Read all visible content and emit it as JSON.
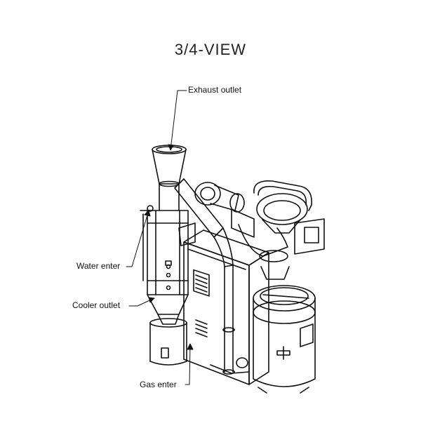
{
  "figure": {
    "title": "3/4-VIEW",
    "callouts": {
      "exhaust_outlet": "Exhaust outlet",
      "water_enter": "Water enter",
      "cooler_outlet": "Cooler outlet",
      "gas_enter": "Gas enter"
    }
  }
}
